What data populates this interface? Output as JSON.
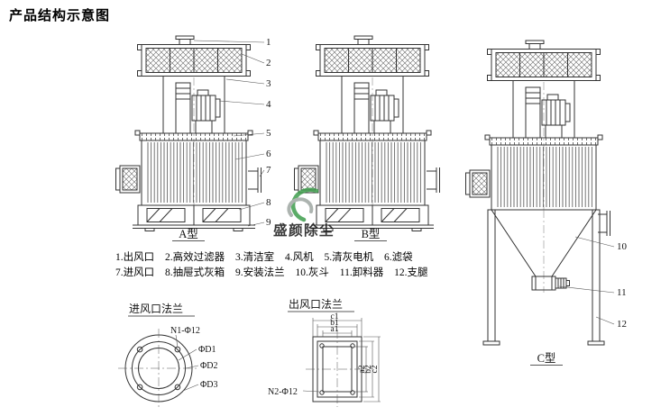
{
  "title": "产品结构示意图",
  "models": {
    "a": "A型",
    "b": "B型",
    "c": "C型"
  },
  "callouts": [
    "1",
    "2",
    "3",
    "4",
    "5",
    "6",
    "7",
    "8",
    "9",
    "10",
    "11",
    "12"
  ],
  "legend": {
    "row1": [
      "1.出风口",
      "2.高效过滤器",
      "3.清洁室",
      "4.风机",
      "5.清灰电机",
      "6.滤袋"
    ],
    "row2": [
      "7.进风口",
      "8.抽屉式灰箱",
      "9.安装法兰",
      "10.灰斗",
      "11.卸料器",
      "12.支腿"
    ]
  },
  "inlet_flange": {
    "title": "进风口法兰",
    "bolt_label": "N1-Φ12",
    "dims": [
      "ΦD1",
      "ΦD2",
      "ΦD3"
    ]
  },
  "outlet_flange": {
    "title": "出风口法兰",
    "bolt_label": "N2-Φ12",
    "top_dims": [
      "c1",
      "b1",
      "a1"
    ],
    "side_dims": [
      "a2",
      "b2",
      "c2"
    ]
  },
  "watermark": {
    "text": "盛颜除尘"
  },
  "colors": {
    "brand_green": "#3f9e4d",
    "logo_gray": "#9fa8a3"
  }
}
